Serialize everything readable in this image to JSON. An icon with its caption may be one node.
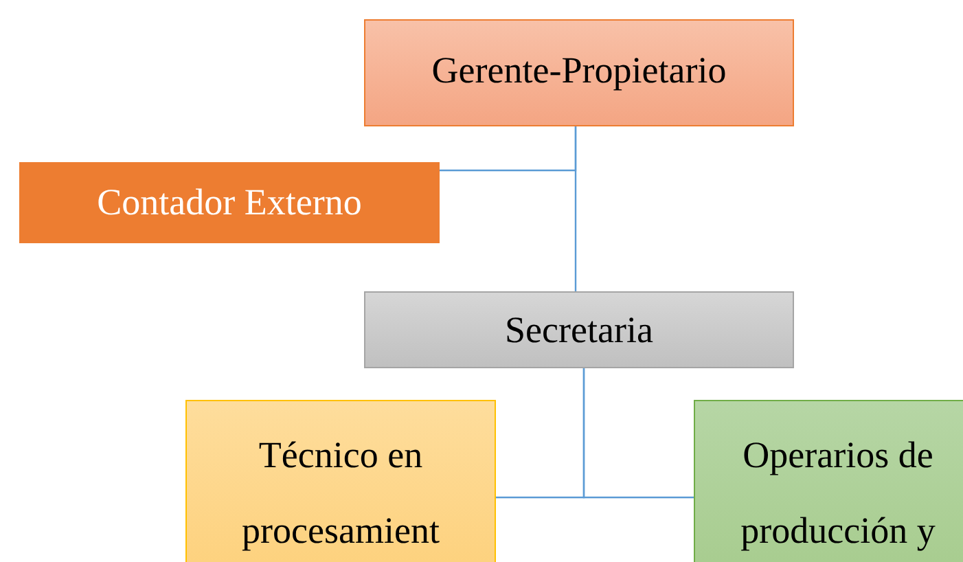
{
  "diagram": {
    "nodes": [
      {
        "text": [
          "Gerente-Propietario"
        ]
      },
      {
        "text": [
          "Contador Externo"
        ]
      },
      {
        "text": [
          "Secretaria"
        ]
      },
      {
        "text": [
          "Técnico en procesamient"
        ]
      },
      {
        "text": [
          "Operarios de producción y"
        ]
      }
    ],
    "edges": [
      {
        "from": 0,
        "to": 1,
        "arrow": "none"
      },
      {
        "from": 0,
        "to": 2,
        "arrow": "none"
      },
      {
        "from": 2,
        "to": 3,
        "arrow": "none"
      },
      {
        "from": 2,
        "to": 4,
        "arrow": "none"
      }
    ]
  }
}
